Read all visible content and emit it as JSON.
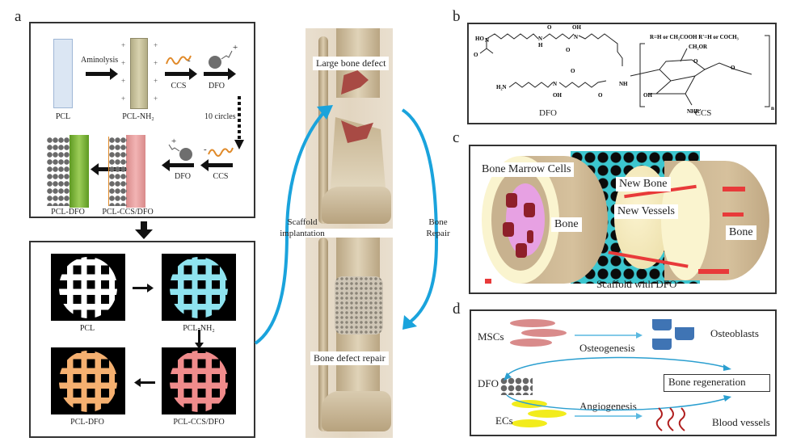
{
  "panels": {
    "a": {
      "letter": "a",
      "top_box": {
        "pcl": "PCL",
        "aminolysis": "Aminolysis",
        "pcl_nh2": "PCL-NH₂",
        "ccs_1": "CCS",
        "dfo_1": "DFO",
        "cycles": "10 circles",
        "ccs_2": "CCS",
        "dfo_2": "DFO",
        "pcl_ccs_dfo": "PCL-CCS/DFO",
        "pcl_dfo": "PCL-DFO",
        "charge_plus": "+",
        "charge_minus": "-"
      },
      "bottom_box": {
        "thumbs": [
          {
            "label": "PCL",
            "color": "#ffffff"
          },
          {
            "label": "PCL-NH₂",
            "color": "#8ee3ef"
          },
          {
            "label": "PCL-CCS/DFO",
            "color": "#f08c8c"
          },
          {
            "label": "PCL-DFO",
            "color": "#f5b070"
          }
        ]
      },
      "bone_top_label": "Large bone defect",
      "bone_bottom_label": "Bone defect repair",
      "arrow_left_label_1": "Scaffold",
      "arrow_left_label_2": "implantation",
      "arrow_right_label_1": "Bone",
      "arrow_right_label_2": "Repair"
    },
    "b": {
      "letter": "b",
      "dfo_name": "DFO",
      "ccs_name": "CCS",
      "ccs_substituents": "R=H or CH₂COOH R'=H or COCH₃",
      "ccs_ch2or": "CH₂OR",
      "ccs_oh": "OH",
      "ccs_nhr": "NHR'",
      "ccs_o": "O",
      "ccs_n": "n",
      "dfo_ho": "HO",
      "dfo_n": "N",
      "dfo_o": "O",
      "dfo_h": "H",
      "dfo_oh": "OH",
      "dfo_nh": "NH",
      "dfo_h2n": "H₂N"
    },
    "c": {
      "letter": "c",
      "bone_marrow_cells": "Bone Marrow Cells",
      "bone_left": "Bone",
      "new_bone": "New Bone",
      "new_vessels": "New Vessels",
      "bone_right": "Bone",
      "scaffold": "Scaffold with DFO"
    },
    "d": {
      "letter": "d",
      "mscs": "MSCs",
      "osteogenesis": "Osteogenesis",
      "osteoblasts": "Osteoblasts",
      "dfo": "DFO",
      "bone_regeneration": "Bone  regeneration",
      "ecs": "ECs",
      "angiogenesis": "Angiogenesis",
      "blood_vessels": "Blood vessels"
    }
  },
  "colors": {
    "arrow_blue": "#1aa3dc",
    "pcl_bar": "#dbe6f3",
    "pcl_nh2_bar": "#c9c2a0",
    "ccs_dfo_bar": "#eaa3a3",
    "dfo_bar": "#7bb33a",
    "ccs_chain": "#e08a2a",
    "bone_tan": "#c8b28f",
    "bone_bg": "#e7dccb",
    "scaffold_cyan": "#3cc6cf",
    "msc_pink": "#d98b8b",
    "ec_yellow": "#f2ec1c",
    "osteoblast_blue": "#3f74b4",
    "vessel_red": "#b01e1e"
  }
}
